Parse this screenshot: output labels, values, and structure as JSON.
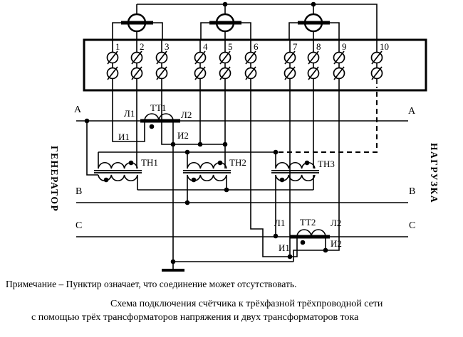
{
  "diagram": {
    "colors": {
      "line": "#000000",
      "background": "#ffffff"
    },
    "terminals": [
      "1",
      "2",
      "3",
      "4",
      "5",
      "6",
      "7",
      "8",
      "9",
      "10"
    ],
    "generator": "ГЕНЕРАТОР",
    "load": "НАГРУЗКА",
    "phase_left": {
      "a": "А",
      "b": "В",
      "c": "С"
    },
    "phase_right": {
      "a": "А",
      "b": "В",
      "c": "С"
    },
    "ct1": {
      "name": "ТТ1",
      "l1": "Л1",
      "l2": "Л2",
      "i1": "И1",
      "i2": "И2"
    },
    "ct2": {
      "name": "ТТ2",
      "l1": "Л1",
      "l2": "Л2",
      "i1": "И1",
      "i2": "И2"
    },
    "vt1": "ТН1",
    "vt2": "ТН2",
    "vt3": "ТН3"
  },
  "note": "Примечание – Пунктир означает, что соединение может отсутствовать.",
  "caption": {
    "line1": "Схема подключения счётчика к трёхфазной трёхпроводной сети",
    "line2": "с помощью трёх трансформаторов напряжения и двух трансформаторов тока"
  }
}
